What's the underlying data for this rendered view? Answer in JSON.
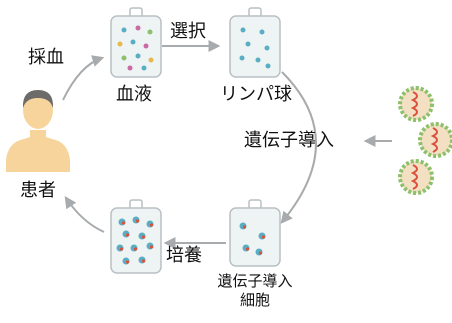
{
  "labels": {
    "blood_collection": "採血",
    "blood": "血液",
    "selection": "選択",
    "lymphocyte": "リンパ球",
    "gene_transfer": "遺伝子導入",
    "patient": "患者",
    "culture": "培養",
    "transduced_cells_line1": "遺伝子導入",
    "transduced_cells_line2": "細胞"
  },
  "colors": {
    "arrow": "#a7abad",
    "bag_fill": "#eef3f4",
    "bag_stroke": "#b9c0c4",
    "lymph_dot": "#5aaec4",
    "skin": "#f7d49c",
    "hair": "#6d6b69",
    "virus_ring": "#8cc06a",
    "virus_core": "#f3dfc2",
    "virus_rna": "#d9503e"
  },
  "icons": [
    "patient-figure-icon",
    "blood-bag-icon",
    "lymphocyte-bag-icon",
    "transduced-cell-bag-icon",
    "cultured-cell-bag-icon",
    "virus-icon"
  ]
}
